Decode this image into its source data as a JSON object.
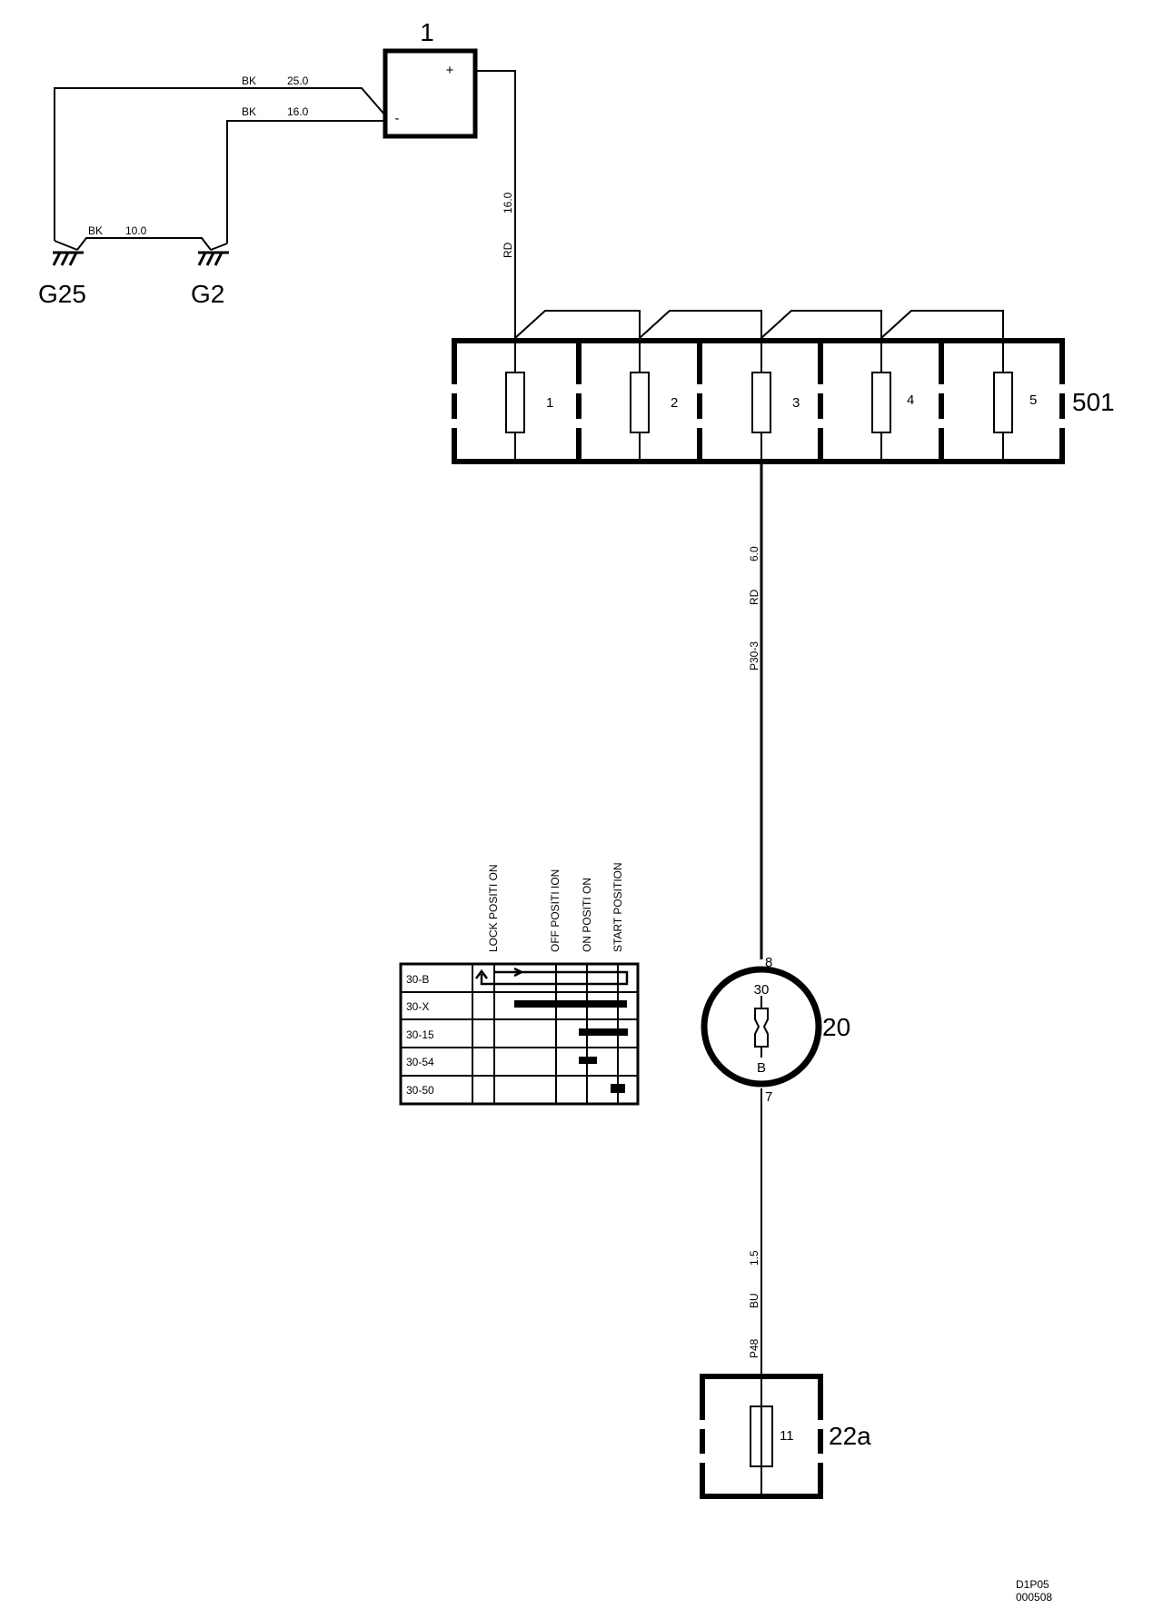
{
  "battery": {
    "id": "1",
    "plus": "+",
    "minus": "-"
  },
  "grounds": {
    "g25": "G25",
    "g2": "G2"
  },
  "wires": {
    "bk25": {
      "color": "BK",
      "size": "25.0"
    },
    "bk16": {
      "color": "BK",
      "size": "16.0"
    },
    "bk10": {
      "color": "BK",
      "size": "10.0"
    },
    "rd16": {
      "color": "RD",
      "size": "16.0"
    },
    "p30": {
      "circuit": "P30-3",
      "color": "RD",
      "size": "6.0"
    },
    "p48": {
      "circuit": "P48",
      "color": "BU",
      "size": "1.5"
    }
  },
  "fusebox": {
    "id": "501",
    "fuses": [
      "1",
      "2",
      "3",
      "4",
      "5"
    ]
  },
  "ignition_switch": {
    "id": "20",
    "pin_top": "8",
    "pin_bottom": "7",
    "term_top": "30",
    "term_bottom": "B"
  },
  "switch_table": {
    "positions": [
      "LOCK POSITI ON",
      "OFF POSITI ION",
      "ON POSITI ON",
      "START POSITION"
    ],
    "rows": [
      "30-B",
      "30-X",
      "30-15",
      "30-54",
      "30-50"
    ]
  },
  "component_22a": {
    "id": "22a",
    "fuse": "11"
  },
  "footer": {
    "line1": "D1P05",
    "line2": "000508"
  }
}
